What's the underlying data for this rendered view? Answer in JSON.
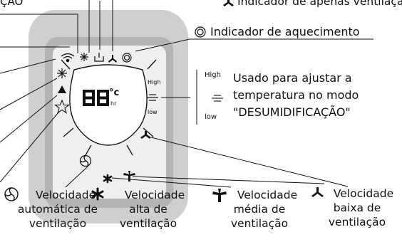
{
  "labels": {
    "top_left_partial": "ÇÃO",
    "fan_only": "Indicador de apenas ventilação",
    "heating": "Indicador de aquecimento",
    "high": "High",
    "low": "low",
    "temp_desc": [
      "Usado para ajustar a",
      "temperatura no modo",
      "\"DESUMIDIFICAÇÃO\""
    ],
    "display_digits": "88",
    "unit_c": "°c",
    "unit_hr": "hr",
    "inner_high": "High",
    "inner_low": "low",
    "speed_auto": [
      "Velocidade",
      "automática de",
      "ventilação"
    ],
    "speed_high": [
      "Velocidade",
      "alta de",
      "ventilação"
    ],
    "speed_medium": [
      "Velocidade",
      "média de",
      "ventilação"
    ],
    "speed_low": [
      "Velocidade",
      "baixa de",
      "ventilação"
    ]
  },
  "icons": {
    "fan_only": "fan-icon",
    "heating": "heat-icon",
    "auto_fan": "auto-fan-icon",
    "high_fan": "high-fan-icon",
    "medium_fan": "medium-fan-icon",
    "low_fan": "low-fan-icon"
  },
  "colors": {
    "panel_outer": "#c9c9c9",
    "panel_inner": "#ededed",
    "line": "#111111"
  }
}
